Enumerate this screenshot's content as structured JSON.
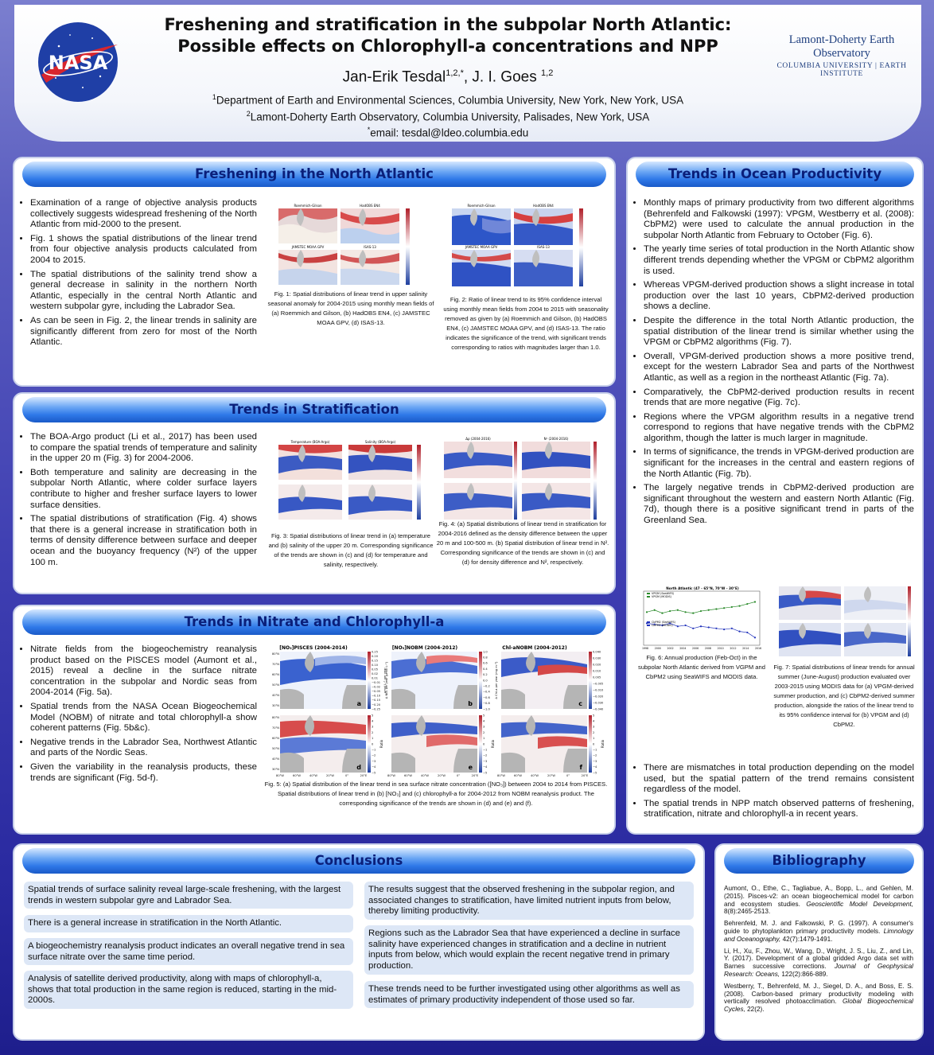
{
  "header": {
    "title_line1": "Freshening and stratification in the subpolar North Atlantic:",
    "title_line2": "Possible effects on Chlorophyll-a concentrations and NPP",
    "authors": "Jan-Erik Tesdal",
    "authors_sup1": "1,2,*",
    "authors_sep": ", J. I. Goes ",
    "authors_sup2": "1,2",
    "affil1_sup": "1",
    "affil1": "Department of Earth and Environmental Sciences, Columbia University, New York, New York, USA",
    "affil2_sup": "2",
    "affil2": "Lamont-Doherty Earth Observatory, Columbia University, Palisades, New York, USA",
    "email_sup": "*",
    "email": "email: tesdal@ldeo.columbia.edu",
    "nasa_logo_text": "NASA",
    "ldeo_line1": "Lamont-Doherty Earth Observatory",
    "ldeo_line2": "COLUMBIA UNIVERSITY | EARTH INSTITUTE"
  },
  "freshening": {
    "title": "Freshening in the North Atlantic",
    "b1": "Examination of a range of objective analysis products collectively suggests widespread freshening of the North Atlantic from mid-2000 to the present.",
    "b2": "Fig. 1 shows the spatial distributions of the linear trend from four objective analysis products calculated from 2004 to 2015.",
    "b3": "The spatial distributions of the salinity trend show a general decrease in salinity in the northern North Atlantic, especially in the central North Atlantic and western subpolar gyre, including the Labrador Sea.",
    "b4": "As can be seen in Fig. 2, the linear trends in salinity are significantly different from zero for most of the North Atlantic.",
    "fig1_labels": [
      "Roemmich-Gilson",
      "HadOBS EN4",
      "JAMSTEC MOAA GPV",
      "ISAS-13"
    ],
    "fig2_labels": [
      "Roemmich-Gilson",
      "HadOBS EN4",
      "JAMSTEC MOAA GPV",
      "ISAS-13"
    ],
    "cap1": "Fig. 1: Spatial distributions of linear trend in upper salinity seasonal anomaly for 2004-2015 using monthly mean fields of (a) Roemmich and Gilson, (b) HadOBS EN4, (c) JAMSTEC MOAA GPV, (d) ISAS-13.",
    "cap2": "Fig. 2: Ratio of linear trend to its 95% confidence interval using monthly mean fields from 2004 to 2015 with seasonality removed as given by (a) Roemmich and Gilson, (b) HadOBS EN4, (c) JAMSTEC MOAA GPV, and (d) ISAS-13. The ratio indicates the significance of the trend, with significant trends corresponding to ratios with magnitudes larger than 1.0."
  },
  "stratification": {
    "title": "Trends in Stratification",
    "b1": "The BOA-Argo product (Li et al., 2017) has been used to compare the spatial trends of temperature and salinity in the upper 20 m (Fig. 3) for 2004-2006.",
    "b2": "Both temperature and salinity are decreasing in the subpolar North Atlantic, where colder surface layers contribute to higher and fresher surface layers to lower surface densities.",
    "b3": "The spatial distributions of stratification (Fig. 4) shows that there is a general increase in stratification both in terms of density difference between surface and deeper ocean and the buoyancy frequency (N²) of the upper 100 m.",
    "fig3_labels": [
      "Temperature (BOA-Argo)",
      "Salinity (BOA-Argo)"
    ],
    "fig4_labels": [
      "Δρ (2004-2016)",
      "N² (2004-2016)"
    ],
    "cap3": "Fig. 3: Spatial distributions of linear trend in (a) temperature and (b) salinity of the upper 20 m. Corresponding significance of the trends are shown in (c) and (d) for temperature and salinity, respectively.",
    "cap4": "Fig. 4: (a) Spatial distributions of linear trend in stratification for 2004-2016 defined as the density difference between the upper 20 m and 100-500 m. (b) Spatial distribution of linear trend in N². Corresponding significance of the trends are shown in (c) and (d) for density difference and N², respectively."
  },
  "nitrate": {
    "title": "Trends in Nitrate and Chlorophyll-a",
    "b1": "Nitrate fields from the biogeochemistry reanalysis product based on the PISCES model (Aumont et al., 2015) reveal a decline in the surface nitrate concentration in the subpolar and Nordic seas from 2004-2014 (Fig. 5a).",
    "b2": "Spatial trends from the NASA Ocean Biogeochemical Model (NOBM) of nitrate and total chlorophyll-a show coherent patterns (Fig. 5b&c).",
    "b3": "Negative trends in the Labrador Sea, Northwest Atlantic and parts of the Nordic Seas.",
    "b4": "Given the variability in the reanalysis products, these trends are significant (Fig. 5d-f).",
    "fig5_titles": [
      "[NO₃]PISCES (2004-2014)",
      "[NO₃]NOBM (2004-2012)",
      "Chl-aNOBM (2004-2012)"
    ],
    "fig5_letters": [
      "a",
      "b",
      "c",
      "d",
      "e",
      "f"
    ],
    "fig5_xticks": [
      "80°W",
      "60°W",
      "40°W",
      "20°W",
      "0°",
      "20°E"
    ],
    "fig5_yticks": [
      "80°N",
      "70°N",
      "60°N",
      "50°N",
      "40°N",
      "30°N"
    ],
    "fig5_cb_top": [
      "0.25",
      "0.20",
      "0.15",
      "0.10",
      "0.05",
      "0.02",
      "0.01",
      "−0.01",
      "−0.02",
      "−0.05",
      "−0.10",
      "−0.15",
      "−0.20",
      "−0.25"
    ],
    "fig5_cb_mid": [
      "1.0",
      "0.8",
      "0.6",
      "0.4",
      "0.2",
      "0.0",
      "−0.2",
      "−0.4",
      "−0.6",
      "−0.8",
      "−1.0"
    ],
    "fig5_cb_right": [
      "0.040",
      "0.030",
      "0.020",
      "0.010",
      "0.005",
      "−0.005",
      "−0.010",
      "−0.020",
      "−0.030",
      "−0.040"
    ],
    "fig5_cb_ratio": [
      "5",
      "4",
      "3",
      "2",
      "1",
      "0",
      "−1",
      "−2",
      "−3",
      "−4",
      "−5"
    ],
    "fig5_cb_label_a": "μmol L⁻¹ per year",
    "fig5_cb_label_b": "Δ NO₃ per year (μmol L⁻¹)",
    "fig5_cb_label_c": "Δ Chl-a per year (mg m⁻³)",
    "fig5_cb_label_ratio": "Ratio",
    "cap5": "Fig. 5: (a) Spatial distribution of the linear trend in sea surface nitrate concentration ([NO₃]) between 2004 to 2014 from PISCES. Spatial distributions of linear trend in (b) [NO₃] and (c) chlorophyll-a for 2004-2012 from NOBM reanalysis product. The corresponding significance of the trends are shown in (d) and (e) and (f)."
  },
  "productivity": {
    "title": "Trends in Ocean Productivity",
    "b1": "Monthly maps of primary productivity from two different algorithms (Behrenfeld and Falkowski (1997): VPGM, Westberry et al. (2008): CbPM2) were used to calculate the annual production in the subpolar North Atlantic from February to October (Fig. 6).",
    "b2": "The yearly time series of total production in the North Atlantic show different trends depending whether the VPGM or CbPM2 algorithm is used.",
    "b3": "Whereas VPGM-derived production shows a slight increase in total production over the last 10 years, CbPM2-derived production shows a decline.",
    "b4": "Despite the difference in the total North Atlantic production, the spatial distribution of the linear trend is similar whether using the VPGM or CbPM2 algorithms (Fig. 7).",
    "b5": "Overall, VPGM-derived production shows a more positive trend, except for the western Labrador Sea and parts of the Northwest Atlantic, as well as a region in the northeast Atlantic (Fig. 7a).",
    "b6": "Comparatively, the CbPM2-derived production results in recent trends that are more negative (Fig. 7c).",
    "b7": "Regions where the VPGM algorithm results in a negative trend correspond to regions that have negative trends with the CbPM2 algorithm, though the latter is much larger in magnitude.",
    "b8": "In terms of significance, the trends in VPGM-derived production are significant for the increases in the central and eastern regions of the North Atlantic (Fig. 7b).",
    "b9": "The largely negative trends in CbPM2-derived production are significant throughout the western and eastern North Atlantic (Fig. 7d), though there is a positive significant trend in parts of the Greenland Sea.",
    "fig6_title": "North Atlantic (47 - 65°N, 70°W - 30°E)",
    "fig6_legend": [
      "VPGM (SeaWiFS)",
      "VPGM (MODIS)",
      "CbPM2 (SeaWiFS)",
      "CbPM2 (MODIS)"
    ],
    "fig6_xticks": [
      "1998",
      "2000",
      "2002",
      "2004",
      "2006",
      "2008",
      "2010",
      "2012",
      "2014",
      "2016"
    ],
    "cap6": "Fig. 6: Annual production (Feb-Oct) in the subpolar North Atlantic derived from VGPM and CbPM2 using SeaWIFS and MODIS data.",
    "cap7": "Fig. 7: Spatial distributions of linear trends for annual summer (June-August) production evaluated over 2003-2015 using MODIS data for (a) VPGM-derived summer production, and (c) CbPM2-derived summer production, alongside the ratios of the linear trend to its 95% confidence interval for (b) VPGM and (d) CbPM2.",
    "b10": "There are mismatches in total production depending on the model used, but the spatial pattern of the trend remains consistent regardless of the model.",
    "b11": "The spatial trends in NPP match observed patterns of freshening, stratification, nitrate and chlorophyll-a in recent years."
  },
  "conclusions": {
    "title": "Conclusions",
    "c1": "Spatial trends of surface salinity reveal large-scale freshening, with the largest trends in western subpolar gyre and Labrador Sea.",
    "c2": "There is a general increase in stratification in the North Atlantic.",
    "c3": "A biogeochemistry reanalysis product indicates an overall negative trend in sea surface nitrate over the same time period.",
    "c4": "Analysis of satellite derived productivity, along with maps of chlorophyll-a, shows that total production in the same region is reduced, starting in the mid-2000s.",
    "c5": "The results suggest that the observed freshening in the subpolar region, and associated changes to stratification, have limited nutrient inputs from below, thereby limiting productivity.",
    "c6": "Regions such as the Labrador Sea that have experienced a decline in surface salinity have experienced changes in stratification and a decline in nutrient inputs from below, which would explain the recent negative trend in primary production.",
    "c7": "These trends need to be further investigated using other algorithms as well as estimates of primary productivity independent of those used so far."
  },
  "bibliography": {
    "title": "Bibliography",
    "r1": "Aumont, O., Ethe, C., Tagliabue, A., Bopp, L., and Gehlen, M. (2015). Pisces-v2: an ocean biogeochemical model for carbon and ecosystem studies.",
    "r1j": "Geoscientific Model Development,",
    "r1e": " 8(8):2465-2513.",
    "r2": "Behrenfeld, M. J. and Falkowski, P. G. (1997). A consumer's guide to phytoplankton primary productivity models.",
    "r2j": "Limnology and Oceanography,",
    "r2e": " 42(7):1479-1491.",
    "r3": "Li, H., Xu, F., Zhou, W., Wang, D., Wright, J. S., Liu, Z., and Lin, Y. (2017). Development of a global gridded Argo data set with Barnes successive corrections.",
    "r3j": "Journal of Geophysical Research: Oceans,",
    "r3e": " 122(2):866-889.",
    "r4": "Westberry, T., Behrenfeld, M. J., Siegel, D. A., and Boss, E. S. (2008). Carbon-based primary productivity modeling with vertically resolved photoacclimation.",
    "r4j": "Global Biogeochemical Cycles,",
    "r4e": " 22(2)."
  }
}
